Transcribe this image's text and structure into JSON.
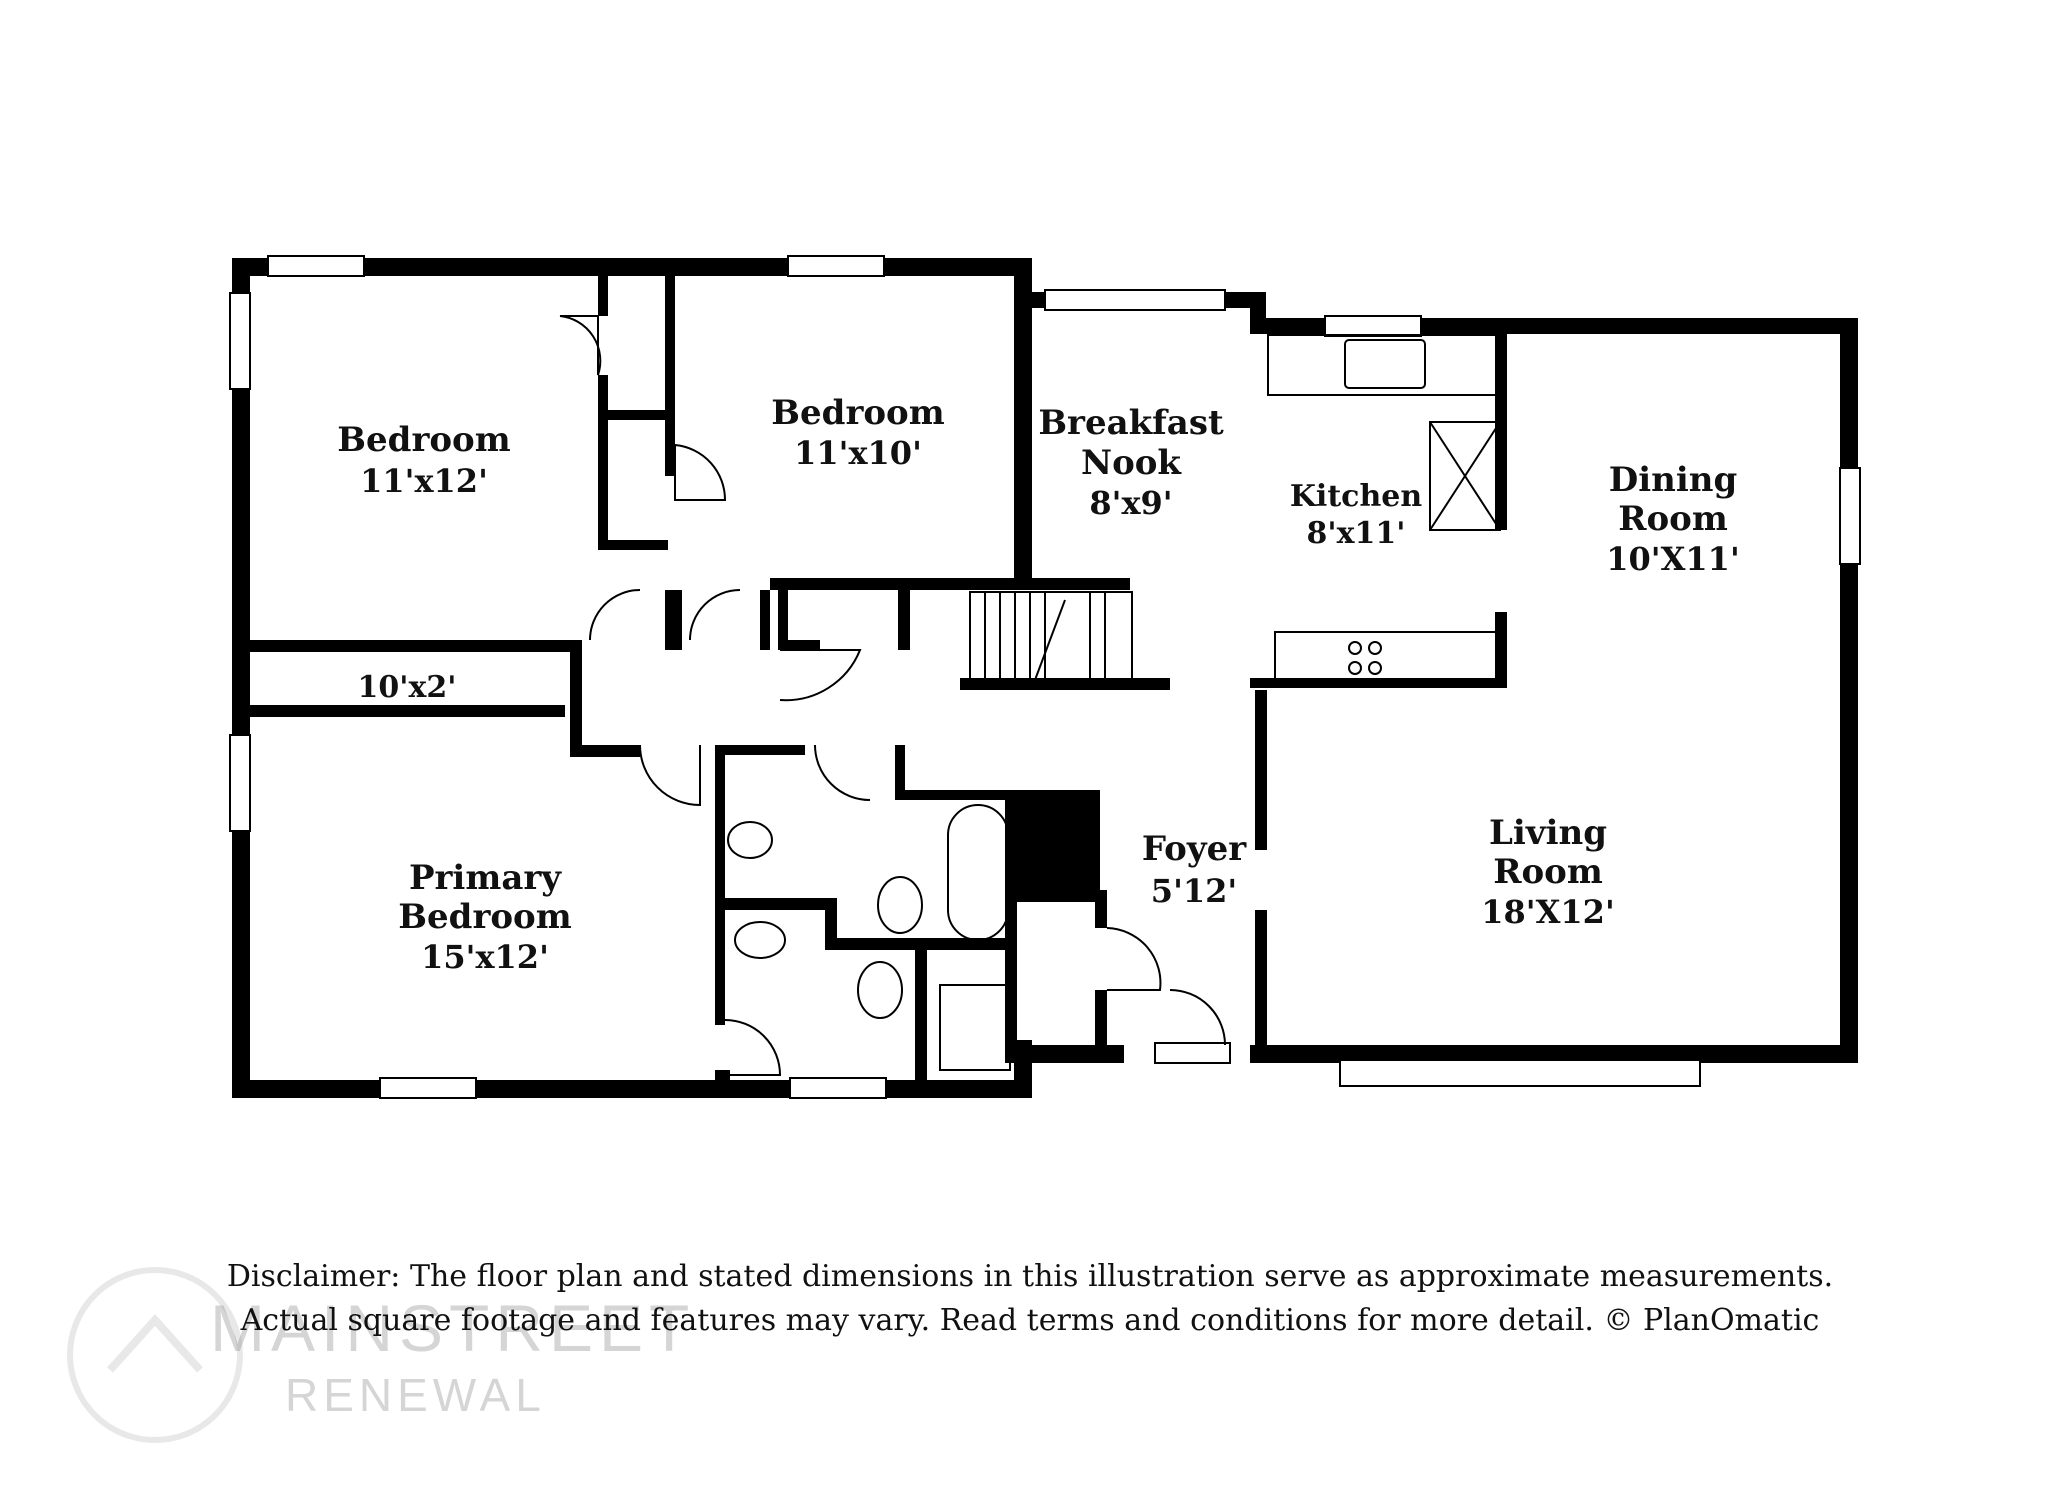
{
  "rooms": {
    "bedroom1": {
      "name": "Bedroom",
      "dim": "11'x12'"
    },
    "bedroom2": {
      "name": "Bedroom",
      "dim": "11'x10'"
    },
    "breakfast": {
      "name_line1": "Breakfast",
      "name_line2": "Nook",
      "dim": "8'x9'"
    },
    "kitchen": {
      "name": "Kitchen",
      "dim": "8'x11'"
    },
    "dining": {
      "name_line1": "Dining",
      "name_line2": "Room",
      "dim": "10'X11'"
    },
    "closet": {
      "dim": "10'x2'"
    },
    "primary": {
      "name_line1": "Primary",
      "name_line2": "Bedroom",
      "dim": "15'x12'"
    },
    "foyer": {
      "name": "Foyer",
      "dim": "5'12'"
    },
    "living": {
      "name_line1": "Living",
      "name_line2": "Room",
      "dim": "18'X12'"
    }
  },
  "disclaimer": {
    "line1": "Disclaimer: The floor plan and stated dimensions in this illustration serve as approximate measurements.",
    "line2": "Actual square footage and features may vary. Read terms and conditions for more detail. © PlanOmatic"
  },
  "watermark": {
    "line1": "MAINSTREET",
    "line2": "RENEWAL"
  },
  "colors": {
    "wall": "#000000",
    "background": "#ffffff",
    "text": "#111111"
  }
}
